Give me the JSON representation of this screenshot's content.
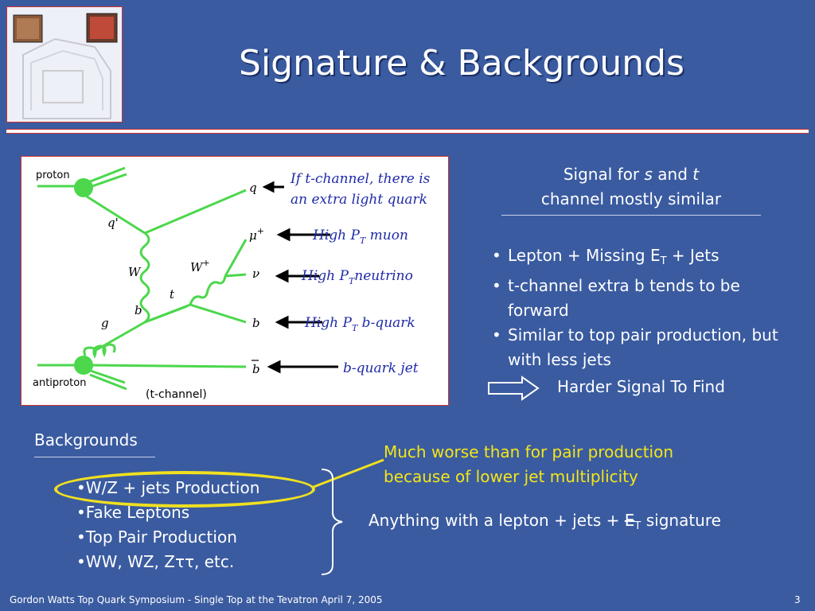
{
  "slide": {
    "title": "Signature & Backgrounds",
    "footer": "Gordon Watts Top Quark Symposium - Single Top at the Tevatron April 7, 2005",
    "page_number": "3"
  },
  "diagram": {
    "particles": {
      "proton": "proton",
      "antiproton": "antiproton",
      "q": "q",
      "q_prime": "q'",
      "W": "W",
      "W_plus": "W",
      "W_plus_sup": "+",
      "t": "t",
      "b_internal": "b",
      "g": "g",
      "mu_plus": "μ",
      "mu_sup": "+",
      "nu": "ν",
      "b_out": "b",
      "b_bar": "b"
    },
    "notes": {
      "quark_line1": "If t-channel, there is",
      "quark_line2": "an extra light quark",
      "muon_a": "High P",
      "muon_sub": "T",
      "muon_b": " muon",
      "neutrino_a": "High P",
      "neutrino_sub": "T",
      "neutrino_b": "neutrino",
      "bquark_a": "High P",
      "bquark_sub": "T",
      "bquark_b": " b-quark",
      "bjet": "b-quark jet"
    },
    "caption": "(t-channel)"
  },
  "signal": {
    "heading_a": "Signal for ",
    "heading_s": "s",
    "heading_b": " and ",
    "heading_t": "t",
    "heading_line2": "channel mostly similar",
    "bullet1_a": "Lepton + Missing E",
    "bullet1_sub": "T",
    "bullet1_b": " + Jets",
    "bullet2": "t-channel extra b tends to be forward",
    "bullet3": "Similar to top pair production, but with less jets",
    "harder": "Harder Signal To Find"
  },
  "backgrounds": {
    "heading": "Backgrounds",
    "items": [
      "W/Z + jets Production",
      "Fake Leptons",
      "Top Pair Production",
      "WW, WZ, Zττ, etc."
    ],
    "worse_line1": "Much worse than for pair production",
    "worse_line2": "because of lower jet multiplicity",
    "anything_a": "Anything with a lepton + jets + ",
    "anything_et": "E",
    "anything_sub": "T",
    "anything_b": " signature"
  },
  "colors": {
    "background": "#3a5ba0",
    "highlight": "#f0e020",
    "note_text": "#1f2aa8",
    "gluon_green": "#4cd74c"
  }
}
